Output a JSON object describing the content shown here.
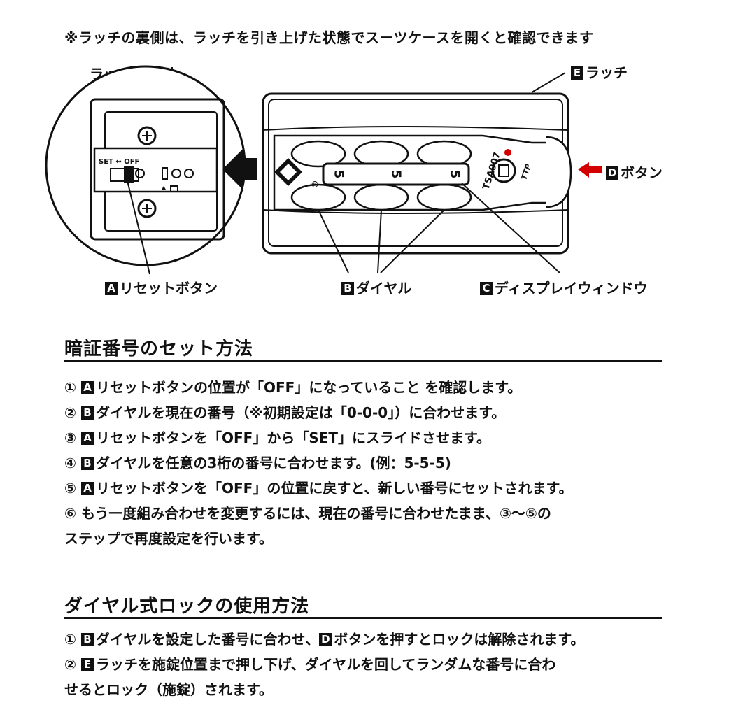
{
  "note": "※ラッチの裏側は、ラッチを引き上げた状態でスーツケースを開くと確認できます",
  "diagram": {
    "latch_back_label": "ラッチの裏側",
    "callouts": {
      "A": {
        "badge": "A",
        "text": "リセットボタン"
      },
      "B": {
        "badge": "B",
        "text": "ダイヤル"
      },
      "C": {
        "badge": "C",
        "text": "ディスプレイウィンドウ"
      },
      "D": {
        "badge": "D",
        "text": "ボタン"
      },
      "E": {
        "badge": "E",
        "text": "ラッチ"
      }
    },
    "switch_label": "SET ↔ OFF",
    "dial_digits": [
      "5",
      "5",
      "5"
    ],
    "tsa_text": "TSA007",
    "logo_mark": "®"
  },
  "sections": [
    {
      "title": "暗証番号のセット方法",
      "steps": [
        {
          "num": "①",
          "badge": "A",
          "text": "リセットボタンの位置が「OFF」になっていること を確認します。"
        },
        {
          "num": "②",
          "badge": "B",
          "text": "ダイヤルを現在の番号（※初期設定は「0-0-0」）に合わせます。"
        },
        {
          "num": "③",
          "badge": "A",
          "text": "リセットボタンを「OFF」から「SET」にスライドさせます。"
        },
        {
          "num": "④",
          "badge": "B",
          "text": "ダイヤルを任意の3桁の番号に合わせます。(例：5-5-5)"
        },
        {
          "num": "⑤",
          "badge": "A",
          "text": "リセットボタンを「OFF」の位置に戻すと、新しい番号にセットされます。"
        },
        {
          "num": "⑥",
          "badge": "",
          "text": "もう一度組み合わせを変更するには、現在の番号に合わせたまま、③～⑤の",
          "cont": "ステップで再度設定を行います。"
        }
      ]
    },
    {
      "title": "ダイヤル式ロックの使用方法",
      "steps": [
        {
          "num": "①",
          "badge": "B",
          "text": "ダイヤルを設定した番号に合わせ、",
          "badge2": "D",
          "text2": "ボタンを押すとロックは解除されます。"
        },
        {
          "num": "②",
          "badge": "E",
          "text": "ラッチを施錠位置まで押し下げ、ダイヤルを回してランダムな番号に合わ",
          "cont": "せるとロック（施錠）されます。"
        }
      ]
    }
  ]
}
